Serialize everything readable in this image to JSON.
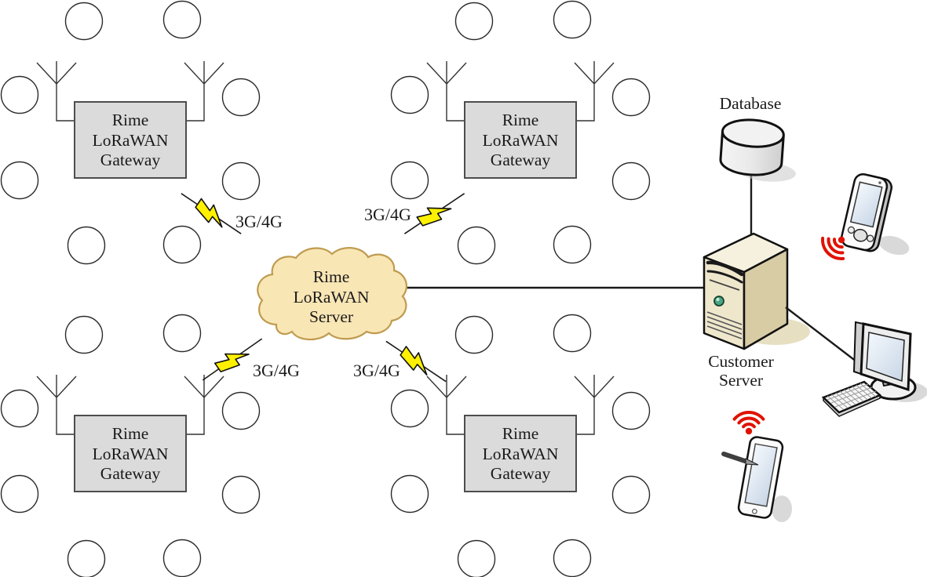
{
  "clusters": [
    {
      "position": "top-left",
      "gateway_label_lines": [
        "Rime",
        "LoRaWAN",
        "Gateway"
      ],
      "link_label": "3G/4G",
      "sensor_node_count": 8
    },
    {
      "position": "top-right",
      "gateway_label_lines": [
        "Rime",
        "LoRaWAN",
        "Gateway"
      ],
      "link_label": "3G/4G",
      "sensor_node_count": 8
    },
    {
      "position": "bottom-left",
      "gateway_label_lines": [
        "Rime",
        "LoRaWAN",
        "Gateway"
      ],
      "link_label": "3G/4G",
      "sensor_node_count": 8
    },
    {
      "position": "bottom-right",
      "gateway_label_lines": [
        "Rime",
        "LoRaWAN",
        "Gateway"
      ],
      "link_label": "3G/4G",
      "sensor_node_count": 8
    }
  ],
  "cloud": {
    "label_lines": [
      "Rime",
      "LoRaWAN",
      "Server"
    ]
  },
  "database": {
    "label": "Database"
  },
  "customer_server": {
    "label_lines": [
      "Customer",
      "Server"
    ]
  },
  "icons": {
    "gateway_antenna": "antenna-icon",
    "comm_link": "lightning-bolt-icon",
    "server_cloud": "cloud-shape",
    "database": "database-cylinder-icon",
    "customer_server": "server-tower-icon",
    "handheld": "pda-icon",
    "desktop": "monitor-and-keyboard-icon",
    "tablet": "tablet-with-stylus-icon",
    "wireless": "radio-waves-icon"
  },
  "colors": {
    "background": "#ffffff",
    "gateway_box_fill": "#dbdbdb",
    "sensor_node_fill": "#ffffff",
    "cloud_fill": "#f9e6b5",
    "cloud_border": "#bf9b4f",
    "lightning_yellow": "#fff100",
    "wireless_red": "#e11200",
    "server_tan": "#efe7cc",
    "line_black": "#1a1a1a"
  }
}
